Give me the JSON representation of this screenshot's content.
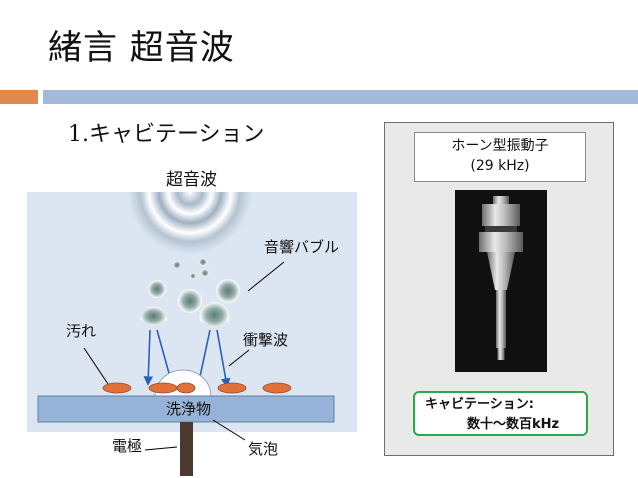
{
  "slide": {
    "title": "緒言 超音波",
    "subheading_number": "1.",
    "subheading_text": "キャビテーション"
  },
  "diagram": {
    "ultrasound_label": "超音波",
    "bubbles_label": "音響バブル",
    "dirt_label": "汚れ",
    "shockwave_label": "衝撃波",
    "cleaning_object_label": "洗浄物",
    "electrode_label": "電極",
    "bubble_label": "気泡"
  },
  "horn": {
    "title": "ホーン型振動子",
    "frequency": "(29 kHz)"
  },
  "cavitation_note": {
    "line1": "キャビテーション:",
    "line2": "数十～数百kHz"
  },
  "colors": {
    "accent_orange": "#e08a4f",
    "accent_blue": "#a3b9dc",
    "water": "#dce6f2",
    "plate": "#95b3d7",
    "dirt": "#e0713a",
    "green_border": "#2aa84a"
  }
}
